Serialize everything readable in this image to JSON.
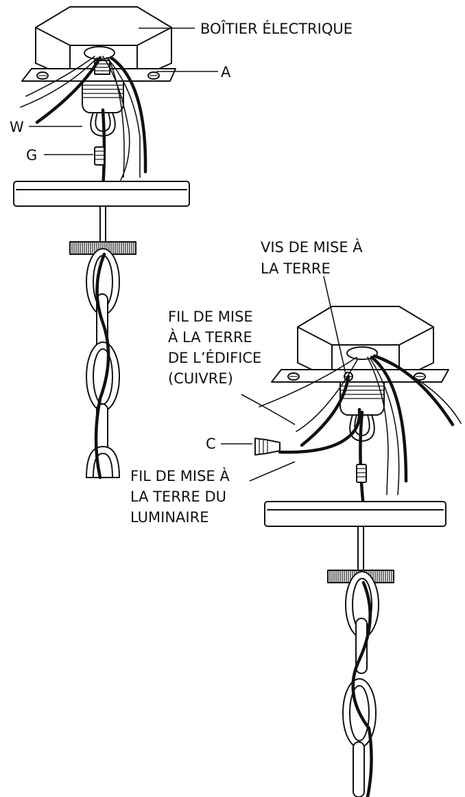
{
  "labels": {
    "electrical_box": "BOÎTIER ÉLECTRIQUE",
    "part_a": "A",
    "part_w": "W",
    "part_g": "G",
    "grounding_screw_l1": "VIS DE MISE À",
    "grounding_screw_l2": "LA TERRE",
    "building_ground_l1": "FIL DE MISE",
    "building_ground_l2": "À LA TERRE",
    "building_ground_l3": "DE L’ÉDIFICE",
    "building_ground_l4": "(CUIVRE)",
    "part_c": "C",
    "fixture_ground_l1": "FIL DE MISE À",
    "fixture_ground_l2": "LA TERRE DU",
    "fixture_ground_l3": "LUMINAIRE"
  },
  "colors": {
    "line": "#111111",
    "background": "#ffffff"
  }
}
